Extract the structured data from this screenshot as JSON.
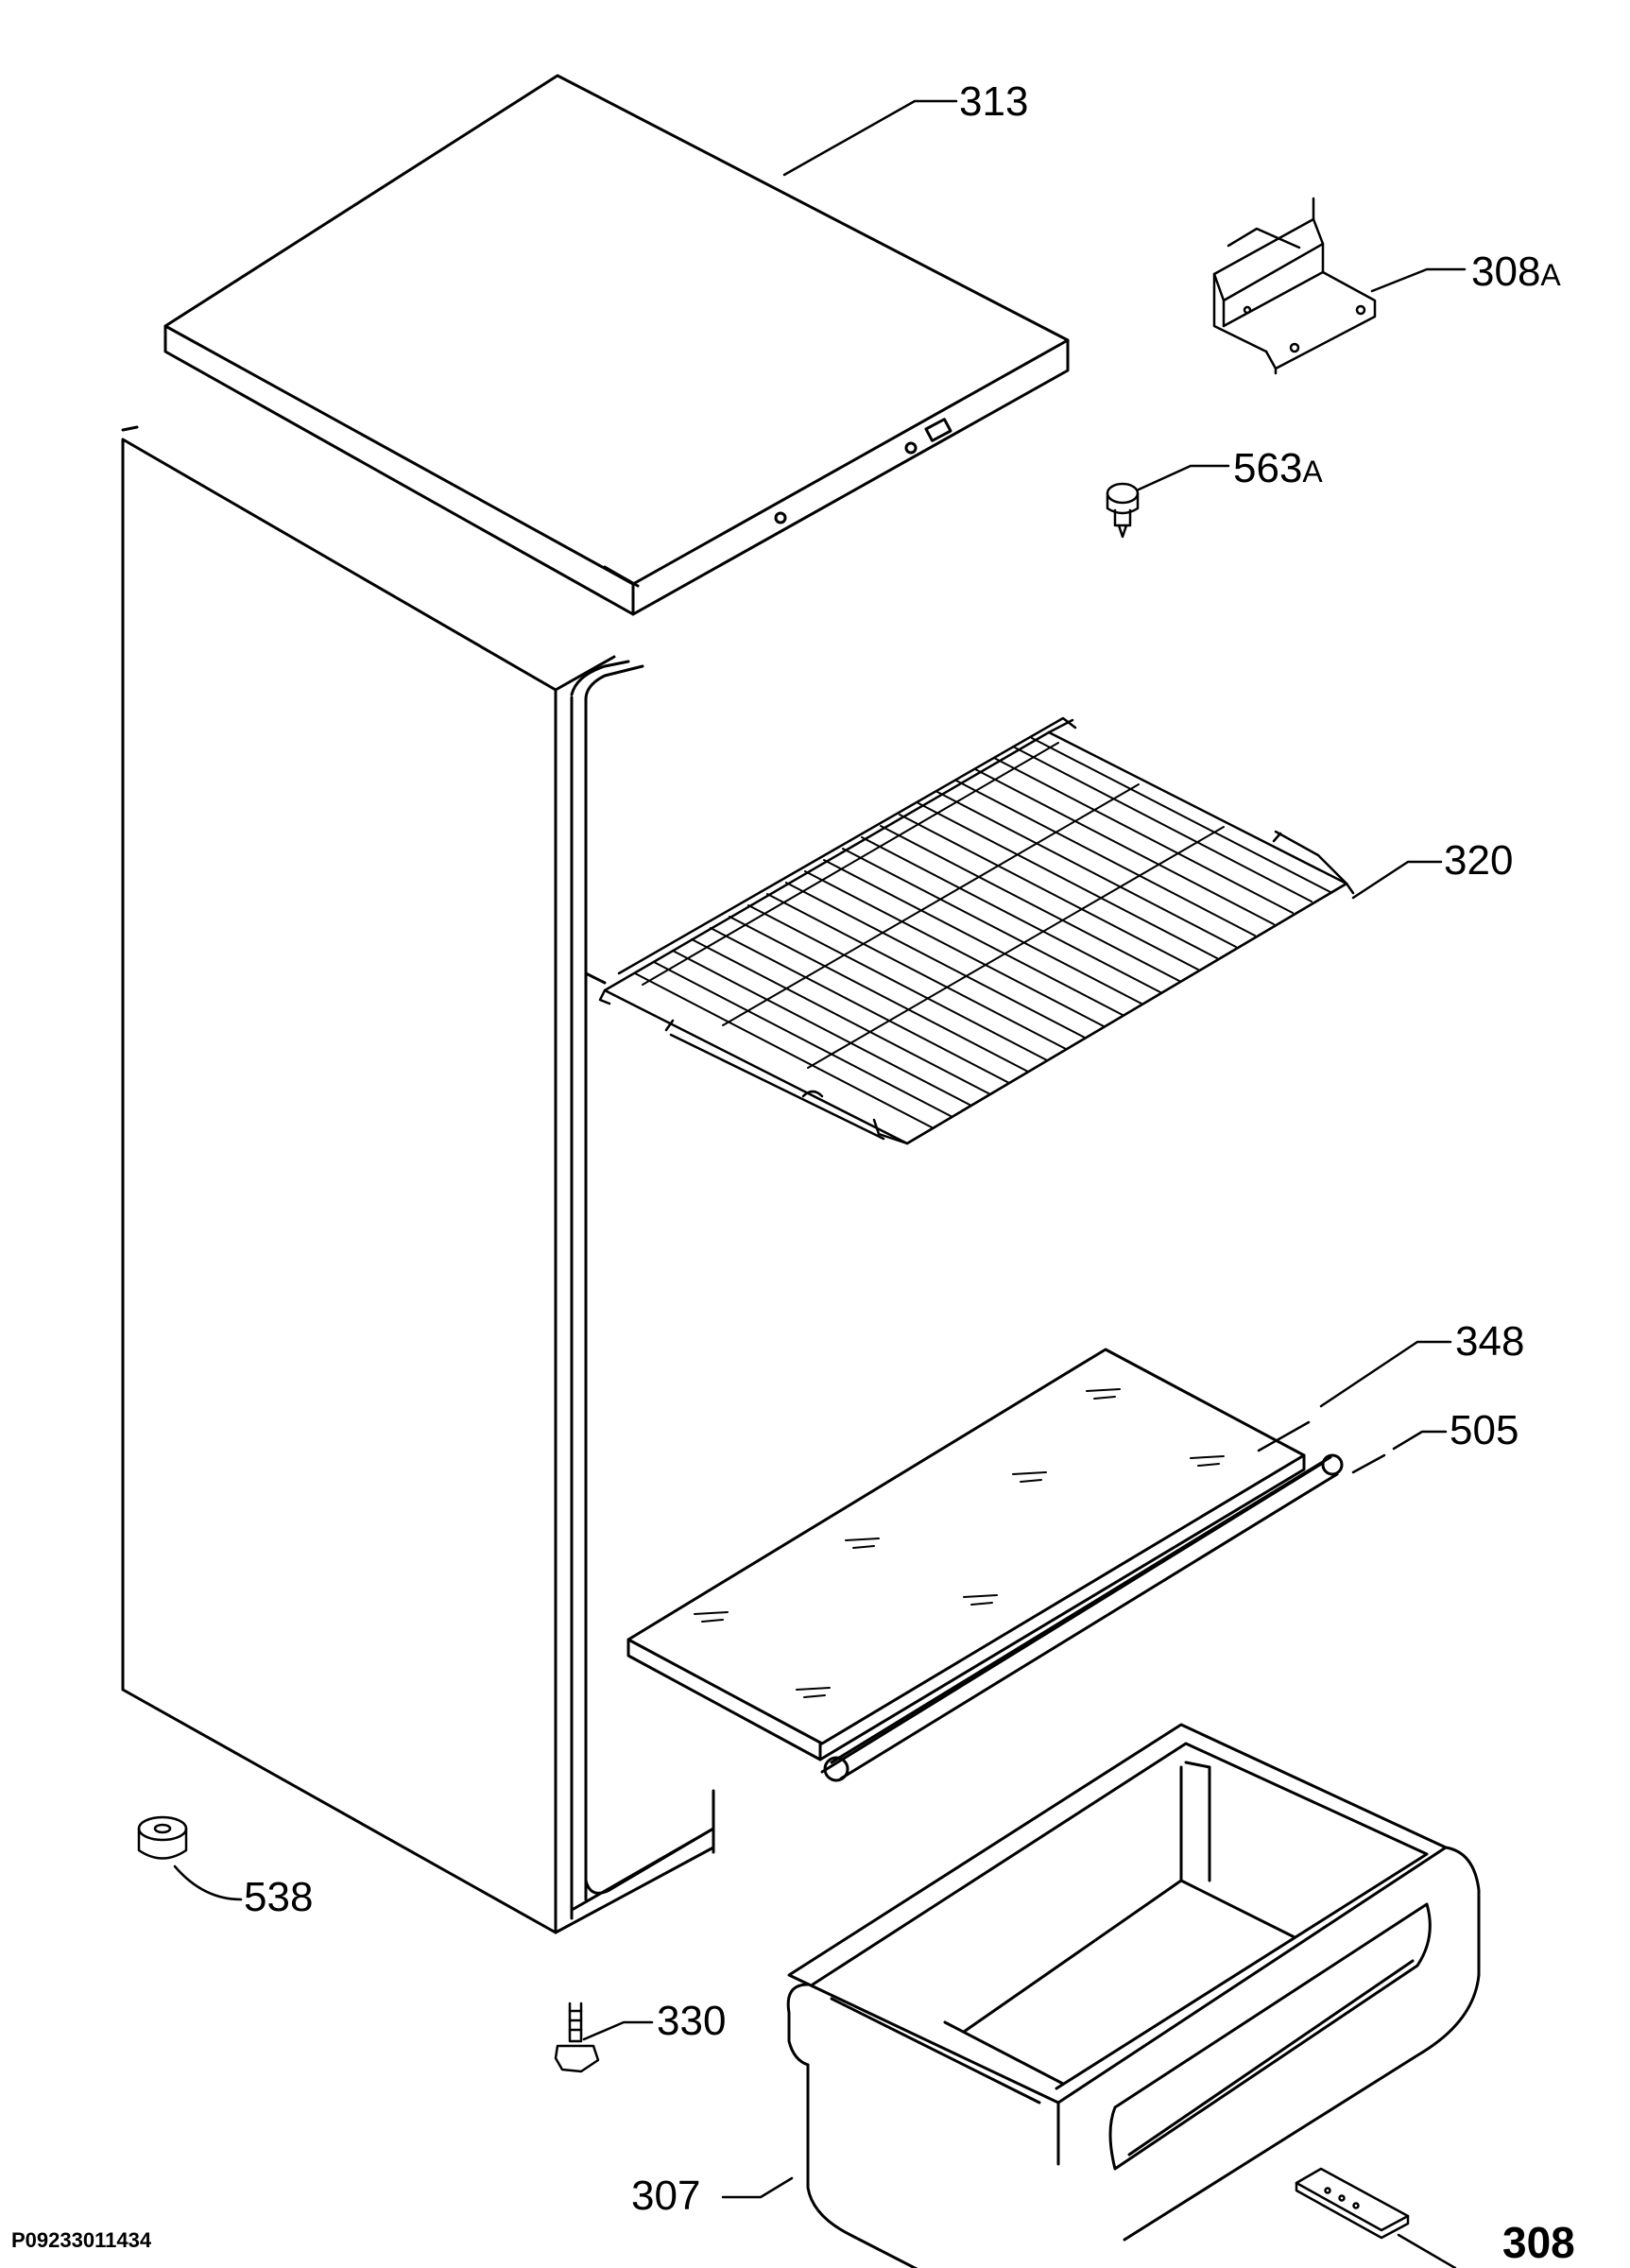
{
  "document_id": "P09233011434",
  "callouts": [
    {
      "id": "313",
      "num": "313",
      "suffix": ""
    },
    {
      "id": "308A",
      "num": "308",
      "suffix": "A"
    },
    {
      "id": "563A",
      "num": "563",
      "suffix": "A"
    },
    {
      "id": "320",
      "num": "320",
      "suffix": ""
    },
    {
      "id": "348",
      "num": "348",
      "suffix": ""
    },
    {
      "id": "505",
      "num": "505",
      "suffix": ""
    },
    {
      "id": "538",
      "num": "538",
      "suffix": ""
    },
    {
      "id": "330",
      "num": "330",
      "suffix": ""
    },
    {
      "id": "307",
      "num": "307",
      "suffix": ""
    },
    {
      "id": "308",
      "num": "308",
      "suffix": ""
    }
  ]
}
